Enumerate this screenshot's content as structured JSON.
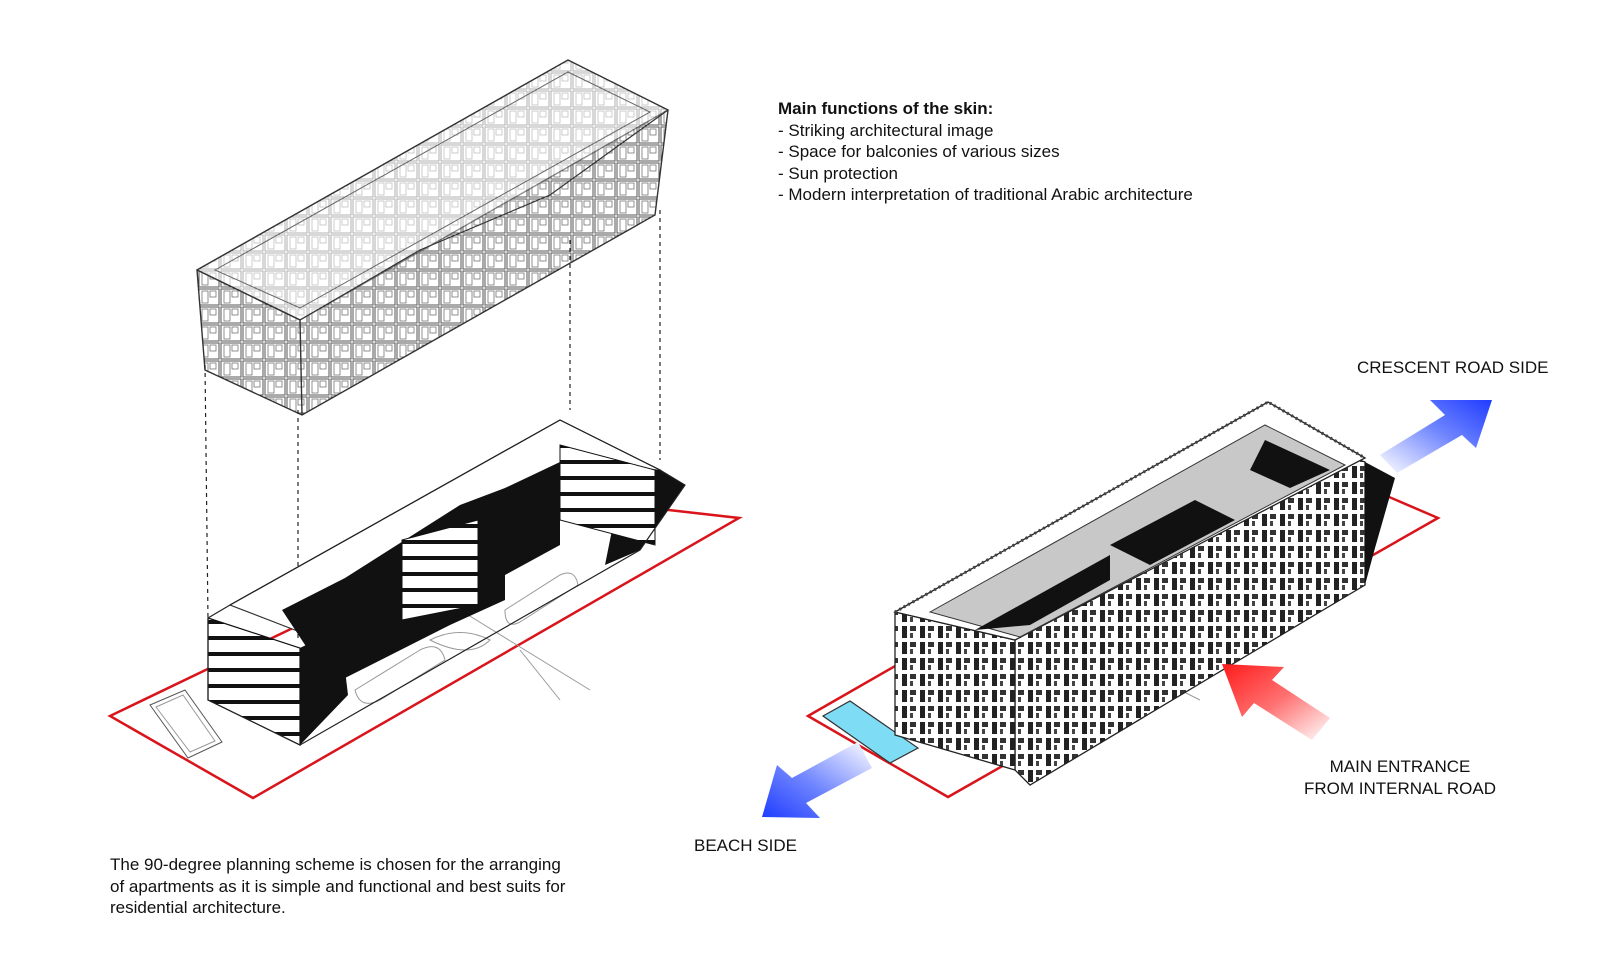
{
  "skin_functions": {
    "heading": "Main functions of the skin:",
    "items": [
      "- Striking architectural image",
      "- Space for balconies of various sizes",
      "- Sun protection",
      "- Modern interpretation of traditional Arabic architecture"
    ]
  },
  "planning_text": {
    "line1": "The 90-degree planning scheme is chosen for the arranging",
    "line2": "of apartments as it is simple and functional and best suits for",
    "line3": "residential architecture."
  },
  "labels": {
    "crescent_road": "CRESCENT ROAD SIDE",
    "beach": "BEACH SIDE",
    "entrance_line1": "MAIN ENTRANCE",
    "entrance_line2": "FROM INTERNAL ROAD"
  },
  "colors": {
    "site_boundary": "#d9141b",
    "arrow_crescent": "#1f3cff",
    "arrow_beach": "#1f3cff",
    "arrow_entrance": "#ff1a1a",
    "pool": "#7fdcf5",
    "roof": "#c8c8c8",
    "shadow": "#111111"
  }
}
